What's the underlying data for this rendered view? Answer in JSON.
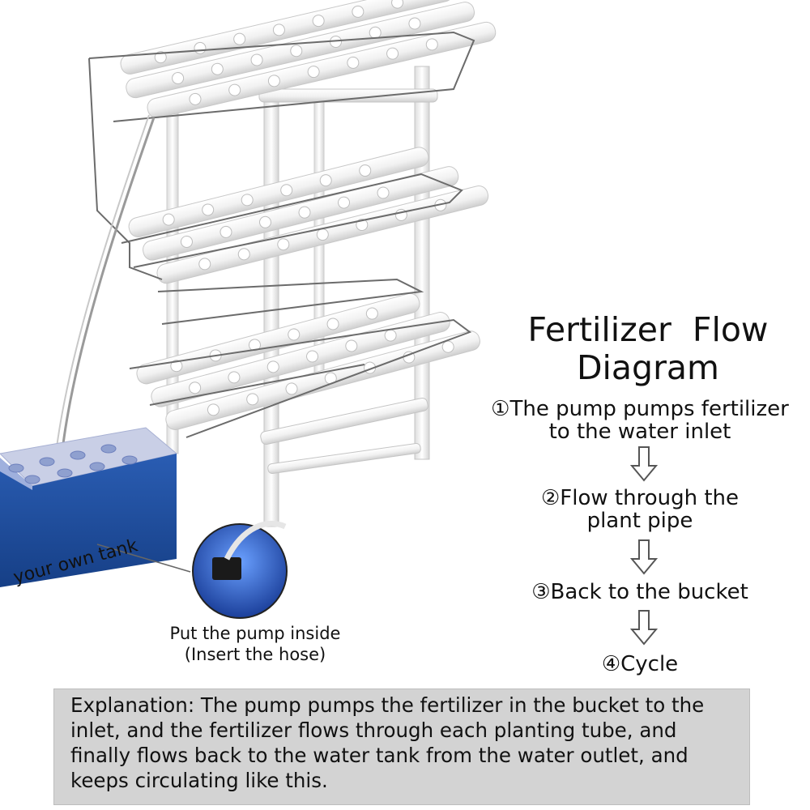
{
  "title": {
    "line1": "Fertilizer  Flow",
    "line2": "Diagram"
  },
  "steps": [
    {
      "line1": "①The pump pumps fertilizer",
      "line2": "to the water inlet"
    },
    {
      "line1": "②Flow through the",
      "line2": "plant pipe"
    },
    {
      "line1": "③Back to the bucket",
      "line2": ""
    },
    {
      "line1": "④Cycle",
      "line2": ""
    }
  ],
  "labels": {
    "tank": "your own tank",
    "pump_line1": "Put the pump inside",
    "pump_line2": "(Insert the hose)"
  },
  "explanation": "Explanation: The pump pumps the fertilizer in the bucket to the inlet, and the fertilizer flows through each planting tube, and finally flows back to the water tank from the water outlet, and keeps circulating like this.",
  "colors": {
    "pipe": "#f2f2f2",
    "pipe_edge": "#c8c8c8",
    "flow_line": "#6b6b6b",
    "tank_blue": "#1d4fa0",
    "tank_lid": "#c9cfe6",
    "callout_bg": "#d3d3d3"
  }
}
